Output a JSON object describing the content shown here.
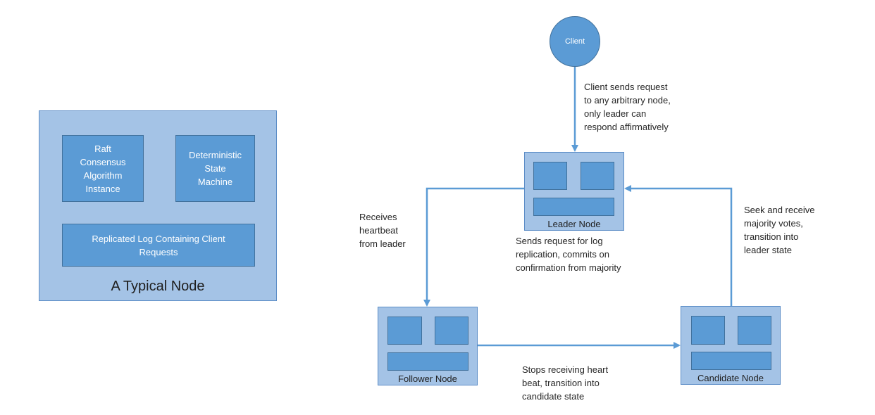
{
  "typical_node": {
    "title": "A Typical Node",
    "raft_box": "Raft\nConsensus\nAlgorithm\nInstance",
    "state_machine_box": "Deterministic\nState\nMachine",
    "log_box": "Replicated Log Containing Client\nRequests"
  },
  "client": {
    "label": "Client"
  },
  "nodes": {
    "leader": "Leader Node",
    "follower": "Follower Node",
    "candidate": "Candidate Node"
  },
  "notes": {
    "client_request": "Client sends request\nto any arbitrary node,\nonly leader can\nrespond affirmatively",
    "heartbeat": "Receives\nheartbeat\nfrom leader",
    "log_replication": "Sends request for log\nreplication, commits on\nconfirmation from majority",
    "majority_votes": "Seek and receive\nmajority votes,\ntransition into\nleader state",
    "stops_heartbeat": "Stops receiving heart\nbeat, transition into\ncandidate state"
  },
  "colors": {
    "panel_fill": "#a4c3e6",
    "box_fill": "#5b9bd5",
    "arrow": "#5b9bd5"
  }
}
